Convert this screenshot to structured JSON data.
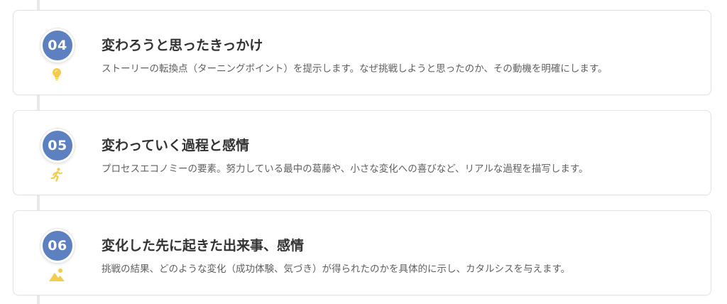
{
  "steps": [
    {
      "number": "04",
      "icon": "lightbulb-icon",
      "title": "変わろうと思ったきっかけ",
      "description": "ストーリーの転換点（ターニングポイント）を提示します。なぜ挑戦しようと思ったのか、その動機を明確にします。"
    },
    {
      "number": "05",
      "icon": "running-person-icon",
      "title": "変わっていく過程と感情",
      "description": "プロセスエコノミーの要素。努力している最中の葛藤や、小さな変化への喜びなど、リアルな過程を描写します。"
    },
    {
      "number": "06",
      "icon": "mountain-sun-icon",
      "title": "変化した先に起きた出来事、感情",
      "description": "挑戦の結果、どのような変化（成功体験、気づき）が得られたのかを具体的に示し、カタルシスを与えます。"
    }
  ],
  "colors": {
    "badge": "#5d80c0",
    "icon": "#f2cc4a",
    "title": "#333333",
    "description": "#5f5f5f",
    "card_border": "#e3e3e3",
    "timeline": "#e9e9e9"
  }
}
